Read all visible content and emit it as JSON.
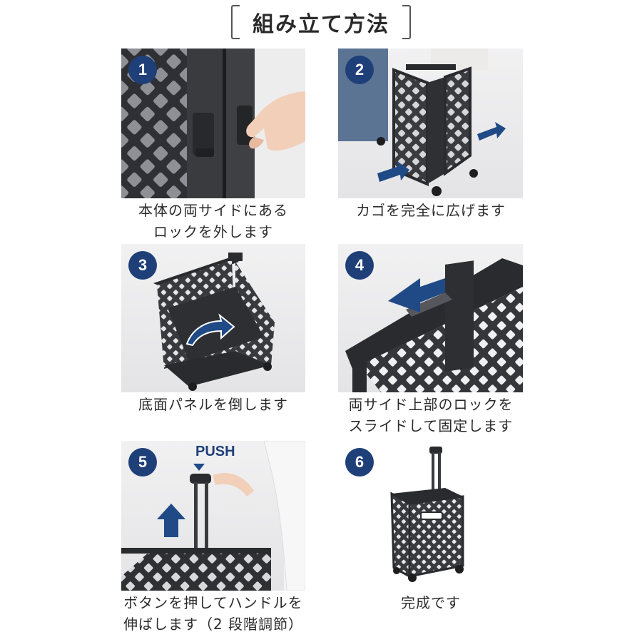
{
  "title": "組み立て方法",
  "steps": [
    {
      "number": "1",
      "caption_line1": "本体の両サイドにある",
      "caption_line2": "ロックを外します"
    },
    {
      "number": "2",
      "caption_line1": "カゴを完全に広げます",
      "caption_line2": ""
    },
    {
      "number": "3",
      "caption_line1": "底面パネルを倒します",
      "caption_line2": ""
    },
    {
      "number": "4",
      "caption_line1": "両サイド上部のロックを",
      "caption_line2": "スライドして固定します"
    },
    {
      "number": "5",
      "caption_line1": "ボタンを押してハンドルを",
      "caption_line2": "伸ばします（2 段階調節）",
      "push_label": "PUSH"
    },
    {
      "number": "6",
      "caption_line1": "完成です",
      "caption_line2": ""
    }
  ],
  "colors": {
    "badge": "#1f3f78",
    "arrow": "#1f4a86",
    "product": "#3b3c40"
  }
}
